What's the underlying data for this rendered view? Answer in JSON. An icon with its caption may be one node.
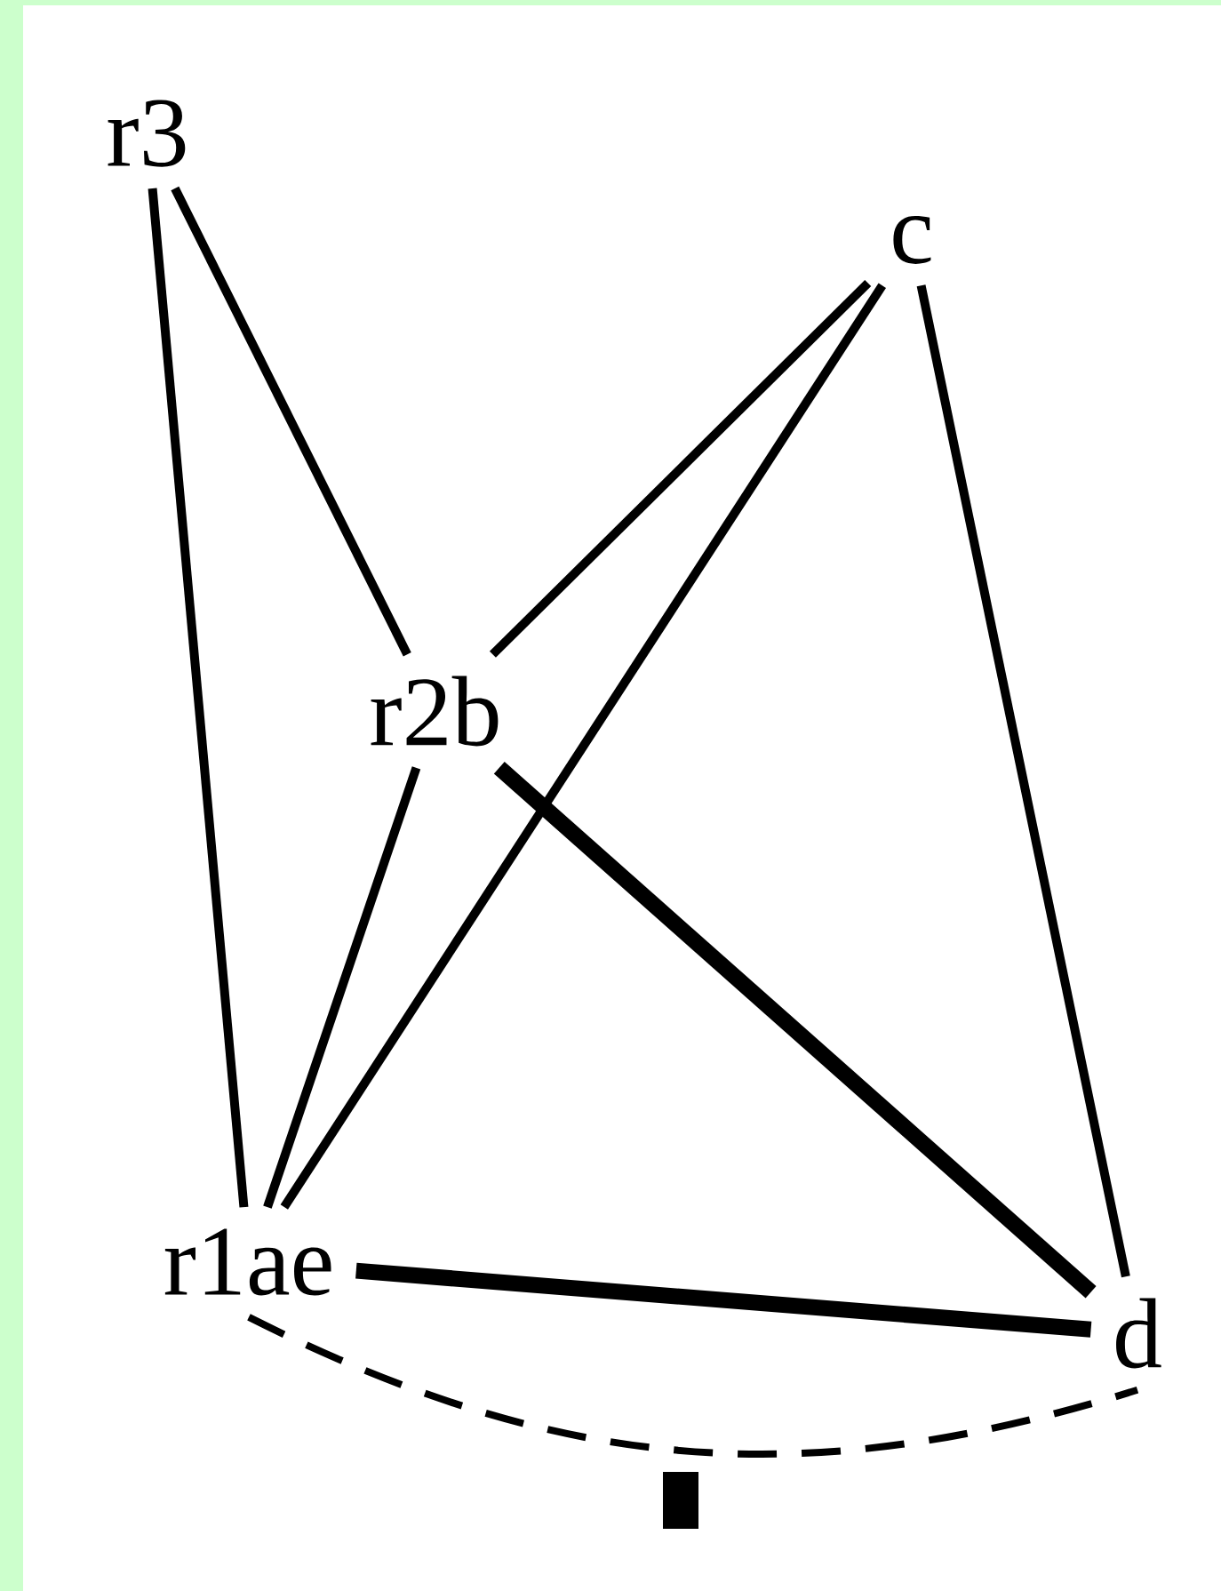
{
  "diagram": {
    "nodes": [
      {
        "text": [
          "r3"
        ]
      },
      {
        "text": [
          "c"
        ]
      },
      {
        "text": [
          "r2b"
        ]
      },
      {
        "text": [
          "r1ae"
        ]
      },
      {
        "text": [
          "d"
        ]
      }
    ],
    "edges": [
      {
        "from": 0,
        "to": 3,
        "arrow": "none"
      },
      {
        "from": 0,
        "to": 2,
        "arrow": "none"
      },
      {
        "from": 1,
        "to": 2,
        "arrow": "none"
      },
      {
        "from": 1,
        "to": 3,
        "arrow": "none"
      },
      {
        "from": 1,
        "to": 4,
        "arrow": "none"
      },
      {
        "from": 2,
        "to": 3,
        "arrow": "none"
      },
      {
        "from": 2,
        "to": 4,
        "arrow": "none",
        "style": "thick"
      },
      {
        "from": 3,
        "to": 4,
        "arrow": "none",
        "style": "thick"
      },
      {
        "from": 3,
        "to": 4,
        "arrow": "none",
        "style": "dashed"
      }
    ]
  }
}
